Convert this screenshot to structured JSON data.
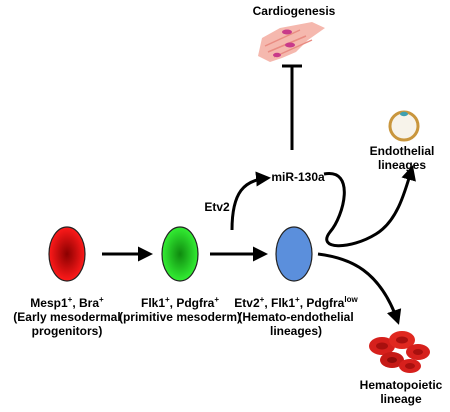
{
  "labels": {
    "cardiogenesis": "Cardiogenesis",
    "etv2": "Etv2",
    "mir130a": "miR-130a",
    "endothelial": [
      "Endothelial",
      "lineages"
    ],
    "hematopoietic": [
      "Hematopoietic",
      "lineage"
    ]
  },
  "cells": [
    {
      "id": "early",
      "color": "#e8101a",
      "lines": [
        {
          "parts": [
            {
              "t": "Mesp1"
            },
            {
              "t": "+",
              "sup": true
            },
            {
              "t": ", Bra"
            },
            {
              "t": "+",
              "sup": true
            }
          ]
        },
        {
          "parts": [
            {
              "t": "(Early mesodermal"
            }
          ]
        },
        {
          "parts": [
            {
              "t": "progenitors)"
            }
          ]
        }
      ]
    },
    {
      "id": "primitive",
      "color": "#22dd22",
      "lines": [
        {
          "parts": [
            {
              "t": "Flk1"
            },
            {
              "t": "+",
              "sup": true
            },
            {
              "t": ", Pdgfra"
            },
            {
              "t": "+",
              "sup": true
            }
          ]
        },
        {
          "parts": [
            {
              "t": "(primitive mesoderm)"
            }
          ]
        }
      ]
    },
    {
      "id": "hemato",
      "color": "#5b8fdc",
      "lines": [
        {
          "parts": [
            {
              "t": "Etv2"
            },
            {
              "t": "+",
              "sup": true
            },
            {
              "t": ", Flk1"
            },
            {
              "t": "+",
              "sup": true
            },
            {
              "t": ", Pdgfra"
            },
            {
              "t": "low",
              "sup": true
            }
          ]
        },
        {
          "parts": [
            {
              "t": "(Hemato-endothelial"
            }
          ]
        },
        {
          "parts": [
            {
              "t": "lineages)"
            }
          ]
        }
      ]
    }
  ],
  "colors": {
    "arrow": "#000000",
    "cardio_fiber": "#f2a49a",
    "cardio_nucleus": "#c83a8a",
    "endo_ring": "#c9963d",
    "endo_nucleus": "#3fa0b0",
    "rbc": "#d6201c"
  }
}
